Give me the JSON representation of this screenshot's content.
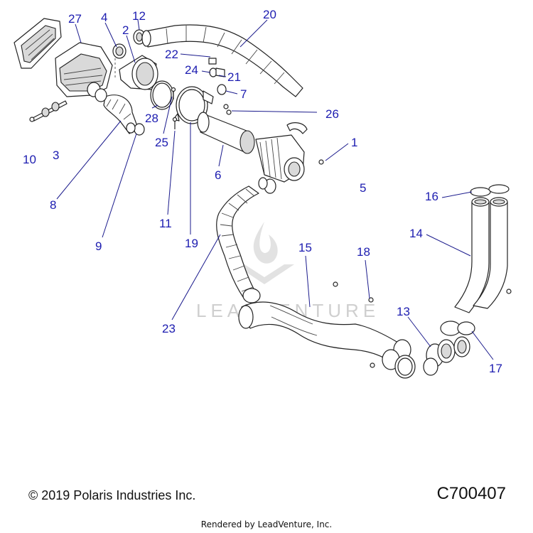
{
  "callouts": [
    {
      "id": "c27",
      "text": "27"
    },
    {
      "id": "c4",
      "text": "4"
    },
    {
      "id": "c12",
      "text": "12"
    },
    {
      "id": "c2",
      "text": "2"
    },
    {
      "id": "c20",
      "text": "20"
    },
    {
      "id": "c22",
      "text": "22"
    },
    {
      "id": "c24",
      "text": "24"
    },
    {
      "id": "c21",
      "text": "21"
    },
    {
      "id": "c7",
      "text": "7"
    },
    {
      "id": "c26",
      "text": "26"
    },
    {
      "id": "c28",
      "text": "28"
    },
    {
      "id": "c25",
      "text": "25"
    },
    {
      "id": "c10",
      "text": "10"
    },
    {
      "id": "c3",
      "text": "3"
    },
    {
      "id": "c1",
      "text": "1"
    },
    {
      "id": "c6",
      "text": "6"
    },
    {
      "id": "c5",
      "text": "5"
    },
    {
      "id": "c16",
      "text": "16"
    },
    {
      "id": "c8",
      "text": "8"
    },
    {
      "id": "c11",
      "text": "11"
    },
    {
      "id": "c14",
      "text": "14"
    },
    {
      "id": "c19",
      "text": "19"
    },
    {
      "id": "c9",
      "text": "9"
    },
    {
      "id": "c15",
      "text": "15"
    },
    {
      "id": "c18",
      "text": "18"
    },
    {
      "id": "c13",
      "text": "13"
    },
    {
      "id": "c23",
      "text": "23"
    },
    {
      "id": "c17",
      "text": "17"
    }
  ],
  "watermark": "LEADVENTURE",
  "footer": {
    "copyright": "© 2019 Polaris Industries Inc.",
    "diagram_id": "C700407",
    "rendered_by": "Rendered by LeadVenture, Inc."
  },
  "colors": {
    "callout": "#1c1cb0",
    "leader": "#1a1a8c",
    "line": "#222222",
    "watermark": "#cfcfcf"
  }
}
